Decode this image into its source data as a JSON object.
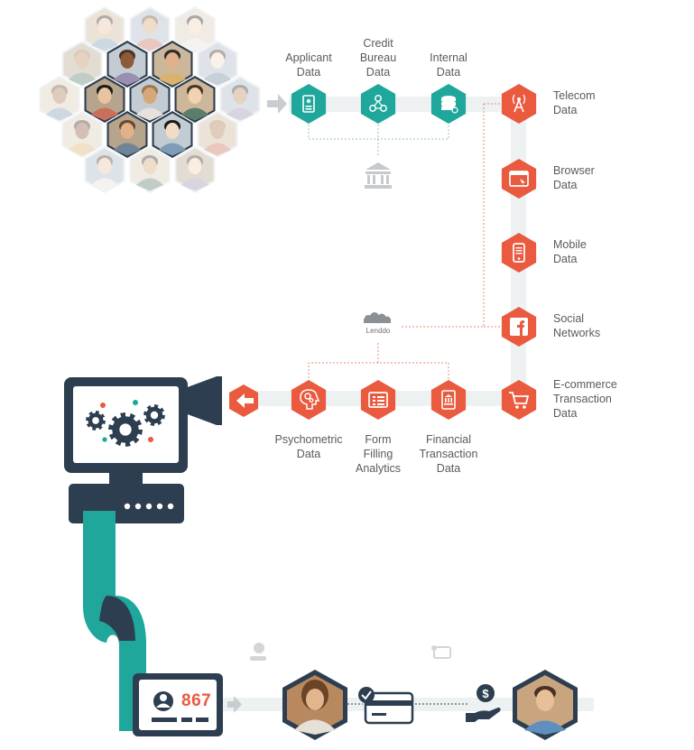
{
  "colors": {
    "teal": "#1fa79c",
    "coral": "#ea5a3f",
    "navy": "#2d3e50",
    "track": "#eef1f2",
    "text": "#5a5a5a",
    "dotted": "#8cc7c2"
  },
  "traditional_sources": [
    {
      "label": "Applicant\nData",
      "icon": "applicant-form-icon"
    },
    {
      "label": "Credit\nBureau\nData",
      "icon": "network-nodes-icon"
    },
    {
      "label": "Internal\nData",
      "icon": "database-icon"
    }
  ],
  "bank_icon": "bank-icon",
  "alternative_sources": [
    {
      "label": "Telecom\nData",
      "icon": "cell-tower-icon"
    },
    {
      "label": "Browser\nData",
      "icon": "browser-window-icon"
    },
    {
      "label": "Mobile\nData",
      "icon": "mobile-phone-icon"
    },
    {
      "label": "Social\nNetworks",
      "icon": "facebook-icon"
    },
    {
      "label": "E-commerce\nTransaction\nData",
      "icon": "shopping-cart-icon"
    }
  ],
  "behavioral_sources": [
    {
      "label": "Financial\nTransaction\nData",
      "icon": "financial-document-icon"
    },
    {
      "label": "Form\nFilling\nAnalytics",
      "icon": "form-list-icon"
    },
    {
      "label": "Psychometric\nData",
      "icon": "head-gears-icon"
    }
  ],
  "brand": {
    "name": "Lenddo"
  },
  "score_card": {
    "score": "867"
  },
  "outcome_icons": [
    "money-hand-icon",
    "credit-card-icon",
    "dollar-hand-icon"
  ]
}
